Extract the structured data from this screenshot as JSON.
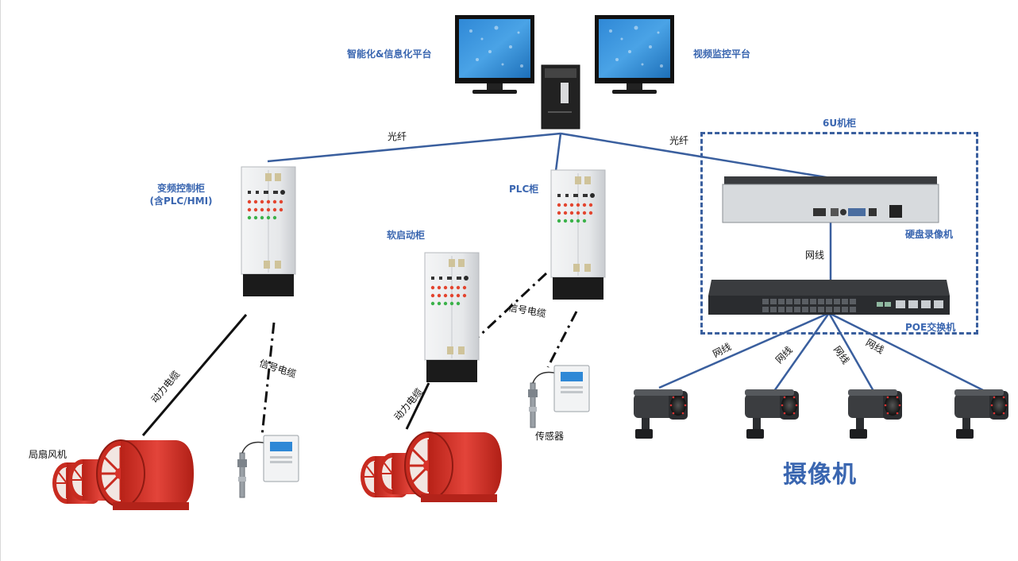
{
  "labels": {
    "smart_platform": "智能化&信息化平台",
    "video_platform": "视频监控平台",
    "fiber_left": "光纤",
    "fiber_right": "光纤",
    "cabinet_6u": "6U机柜",
    "vfd_cabinet_line1": "变频控制柜",
    "vfd_cabinet_line2": "(含PLC/HMI)",
    "plc_cabinet": "PLC柜",
    "soft_start_cabinet": "软启动柜",
    "nvr": "硬盘录像机",
    "network_cable_nvr": "网线",
    "poe_switch": "POE交换机",
    "network_cable_1": "网线",
    "network_cable_2": "网线",
    "network_cable_3": "网线",
    "network_cable_4": "网线",
    "signal_cable_mid": "信号电缆",
    "signal_cable_left": "信号电缆",
    "power_cable_left": "动力电缆",
    "power_cable_mid": "动力电缆",
    "local_fan": "局扇风机",
    "sensor": "传感器",
    "camera": "摄像机"
  },
  "colors": {
    "link_blue": "#3a5f9e",
    "label_blue": "#3a66b0",
    "fan_red": "#d8322a",
    "cable_black": "#111111"
  }
}
